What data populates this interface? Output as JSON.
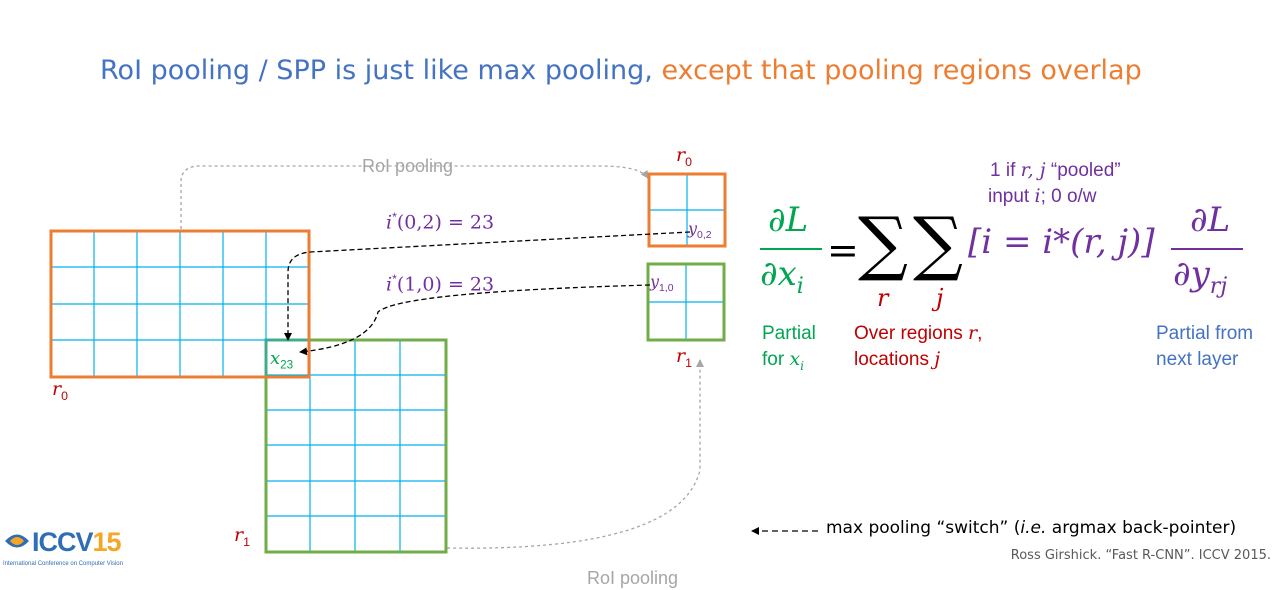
{
  "title": {
    "part1": "RoI pooling / SPP is just like max pooling, ",
    "part2": "except that pooling regions overlap"
  },
  "diagram": {
    "roi_pooling_top": "RoI pooling",
    "roi_pooling_bottom": "RoI pooling",
    "argmax_1_base": "i",
    "argmax_1_sup": "*",
    "argmax_1_rest": "(0,2) = 23",
    "argmax_2_base": "i",
    "argmax_2_sup": "*",
    "argmax_2_rest": "(1,0) = 23",
    "r0_top_base": "r",
    "r0_top_sub": "0",
    "r0_left_base": "r",
    "r0_left_sub": "0",
    "r1_right_base": "r",
    "r1_right_sub": "1",
    "r1_left_base": "r",
    "r1_left_sub": "1",
    "x23_base": "x",
    "x23_sub": "23",
    "y02_base": "y",
    "y02_sub": "0,2",
    "y10_base": "y",
    "y10_sub": "1,0",
    "colors": {
      "orange": "#ed7d31",
      "green": "#70ad47",
      "cyan": "#00b0f0",
      "gray": "#a6a6a6"
    }
  },
  "equation": {
    "dL": "∂L",
    "dx": "∂x",
    "dx_sub": "i",
    "equals": "=",
    "sum": "∑",
    "sum_r": "r",
    "sum_j": "j",
    "bracket": "[i = i*(r, j)]",
    "dy": "∂y",
    "dy_sub": "rj"
  },
  "annotations": {
    "indicator_line1_a": "1 if ",
    "indicator_line1_math": "r, j",
    "indicator_line1_b": " “pooled”",
    "indicator_line2_a": "input ",
    "indicator_line2_math": "i",
    "indicator_line2_b": "; 0 o/w",
    "partial_line1": "Partial",
    "partial_line2_a": "for ",
    "partial_line2_math": "x",
    "partial_line2_sub": "i",
    "over_line1_a": "Over regions ",
    "over_line1_math": "r",
    "over_line1_b": ",",
    "over_line2_a": "locations ",
    "over_line2_math": "j",
    "from_line1": "Partial from",
    "from_line2": "next layer",
    "switch_a": "max pooling “switch” (",
    "switch_ie": "i.e.",
    "switch_b": " argmax back-pointer)"
  },
  "footer": {
    "citation": "Ross Girshick. “Fast R-CNN”. ICCV 2015.",
    "logo_main": "ICCV",
    "logo_year": "15",
    "logo_sub": "International Conference on Computer Vision"
  }
}
